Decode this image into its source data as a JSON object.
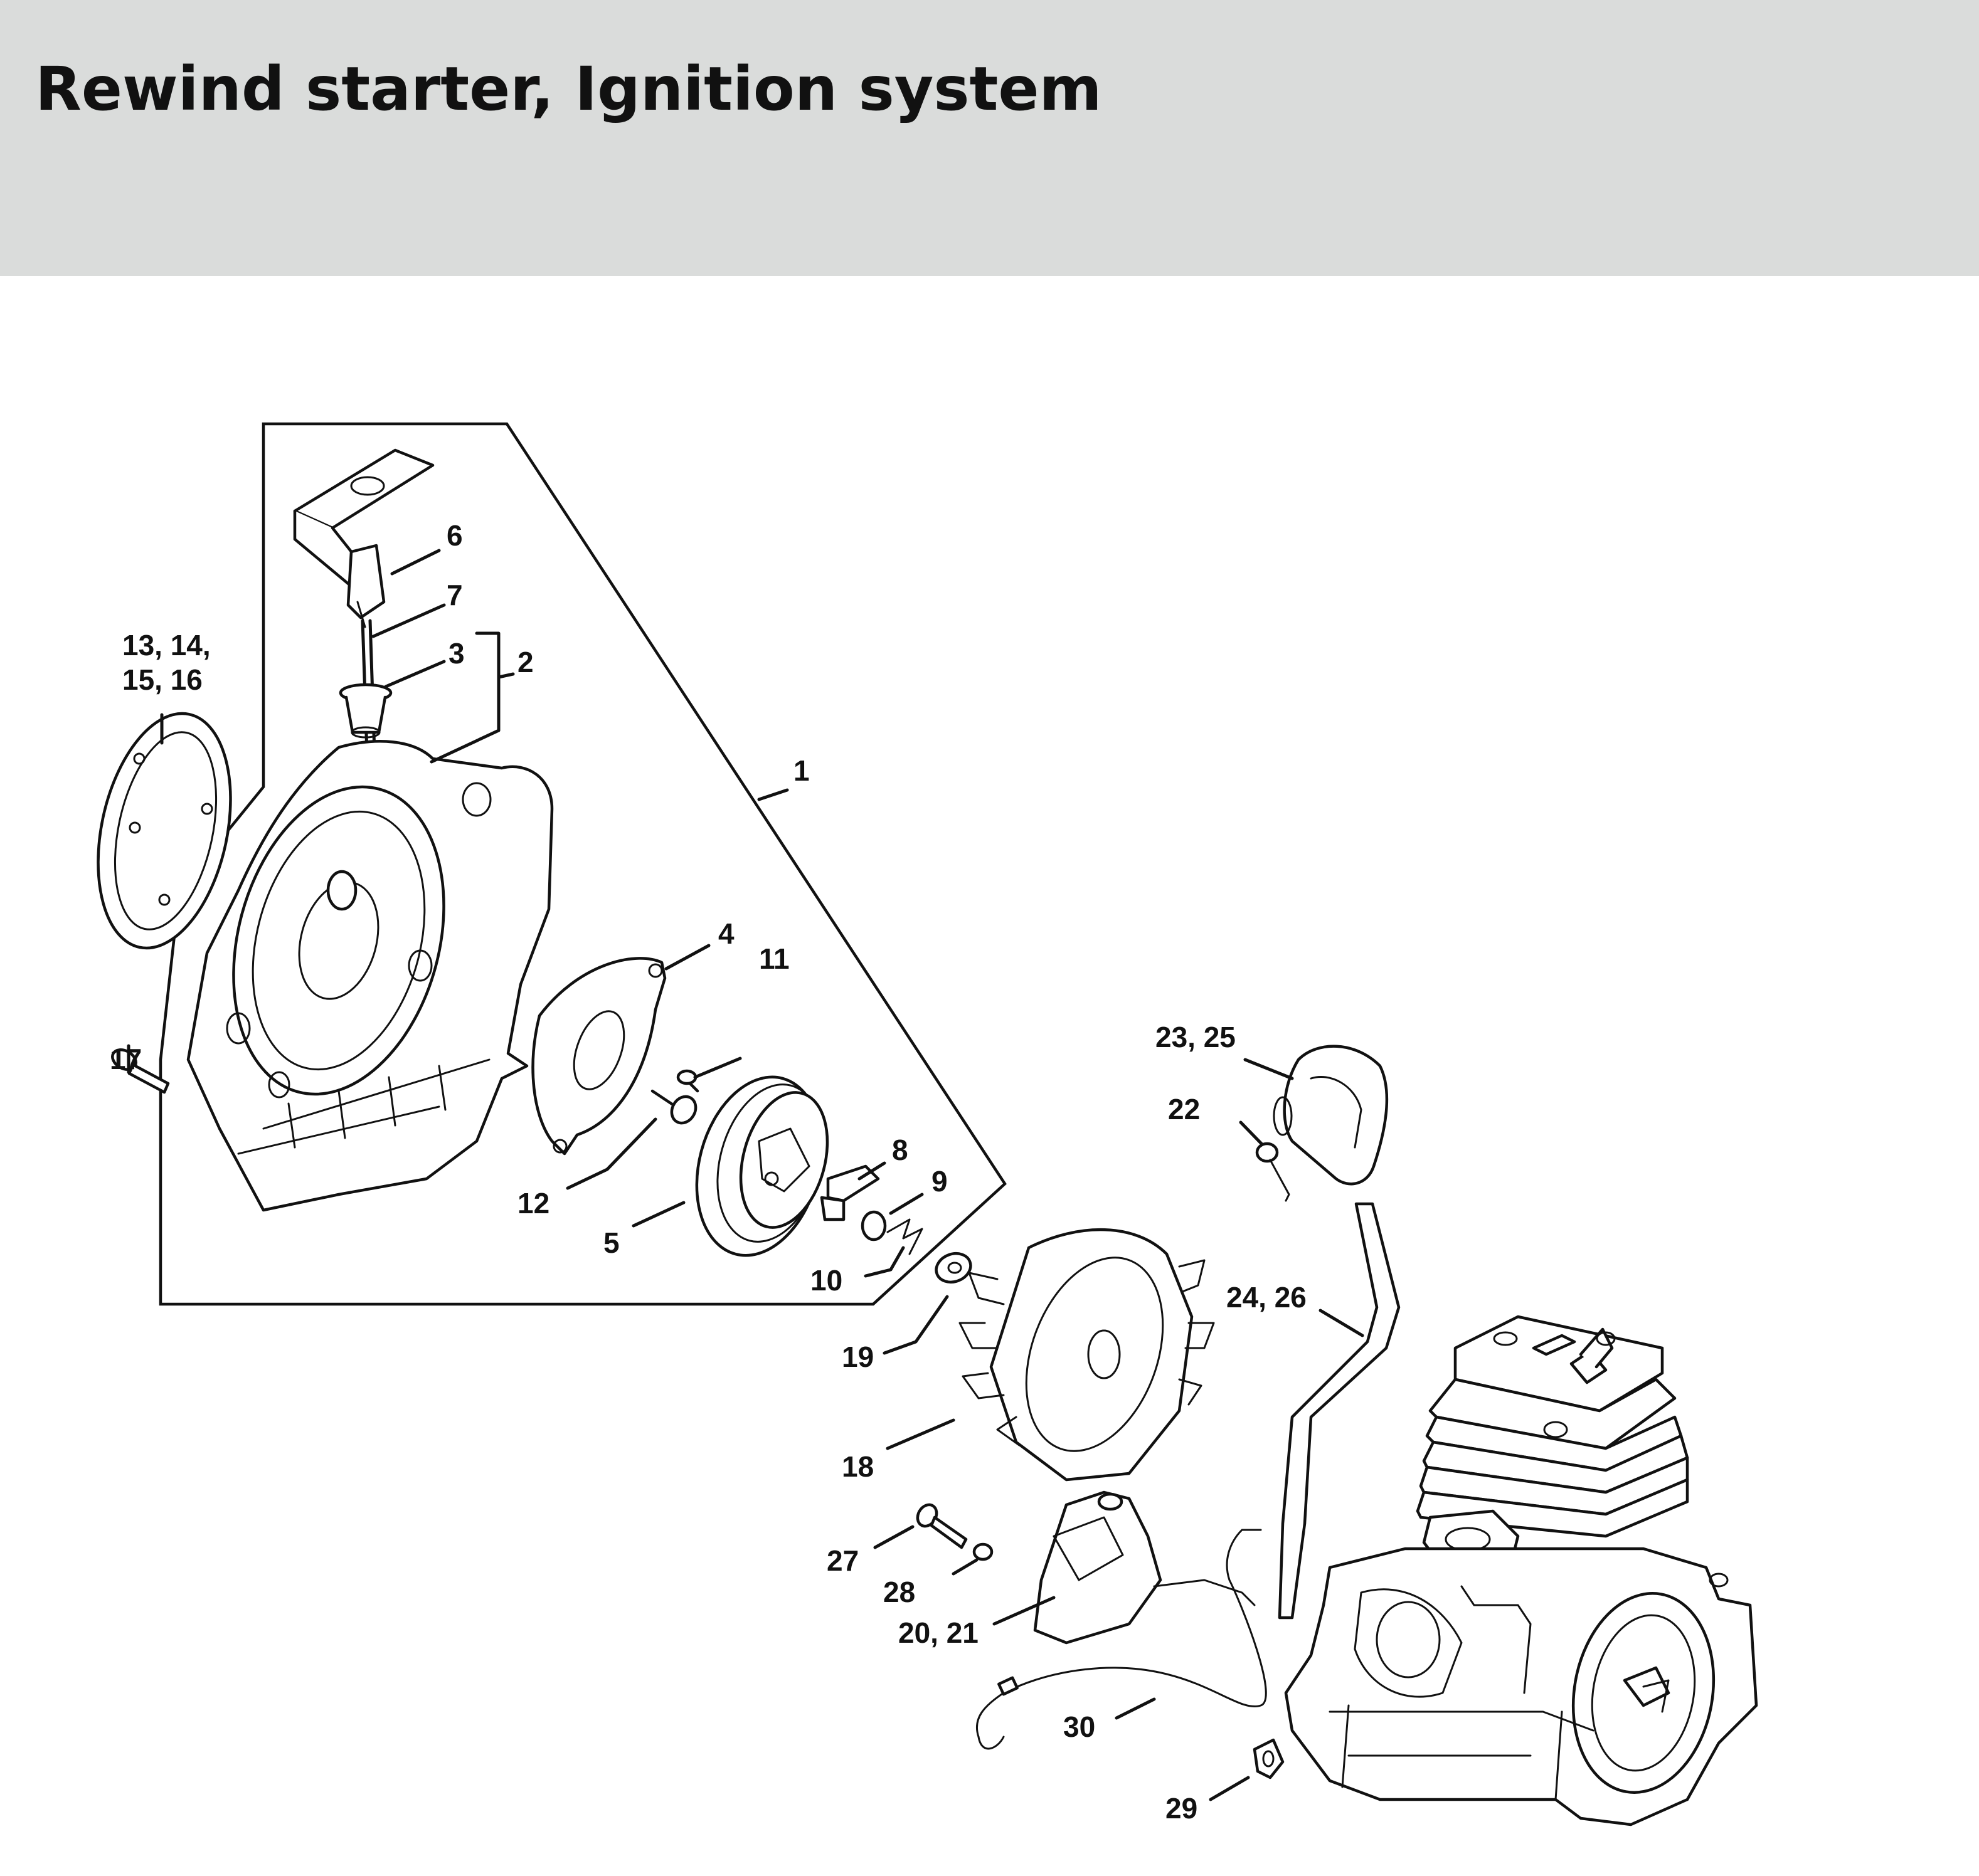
{
  "header": {
    "title": "Rewind starter, Ignition system",
    "background_color": "#dadcdb"
  },
  "callouts": {
    "c1": "1",
    "c2": "2",
    "c3": "3",
    "c4": "4",
    "c5": "5",
    "c6": "6",
    "c7": "7",
    "c8": "8",
    "c9": "9",
    "c10": "10",
    "c11": "11",
    "c12": "12",
    "c13_16_line1": "13, 14,",
    "c13_16_line2": "15, 16",
    "c17": "17",
    "c18": "18",
    "c19": "19",
    "c20_21": "20, 21",
    "c22": "22",
    "c23_25": "23, 25",
    "c24_26": "24, 26",
    "c27": "27",
    "c28": "28",
    "c29": "29",
    "c30": "30"
  }
}
